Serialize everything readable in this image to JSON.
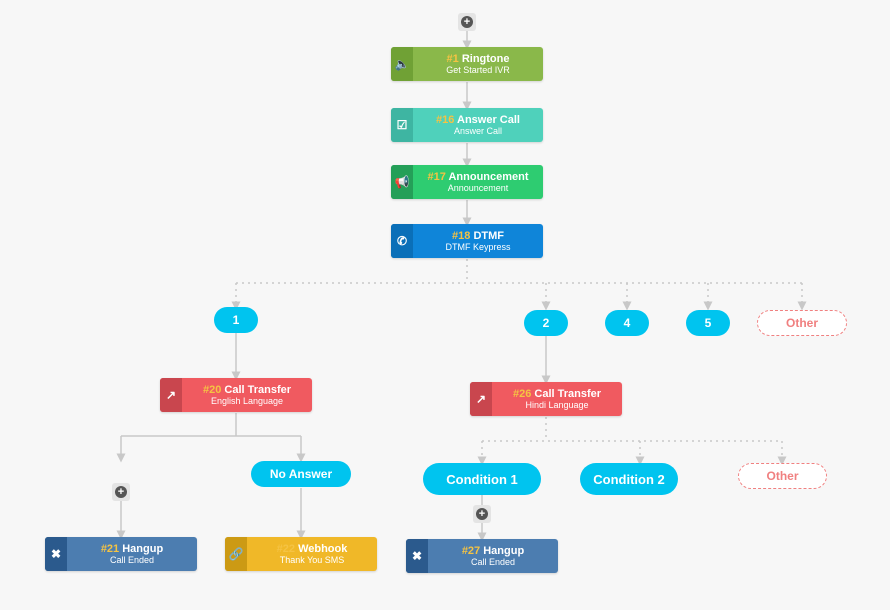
{
  "colors": {
    "green_ico": "#70a135",
    "green_body": "#8ab84a",
    "teal_ico": "#3eb5a2",
    "teal_body": "#4fd1bb",
    "green2_ico": "#249f58",
    "green2_body": "#2ecc71",
    "blue_ico": "#0a6fb8",
    "blue_body": "#0f85d9",
    "red_ico": "#c9464e",
    "red_body": "#f05a60",
    "steel_ico": "#2b5a8d",
    "steel_body": "#4c7db0",
    "gold_ico": "#cc9a14",
    "gold_body": "#f0b828",
    "number_color": "#f5c343",
    "pill": "#00c4ef",
    "other_border": "#f08080"
  },
  "add_icon": "+",
  "nodes": {
    "ringtone": {
      "num": "#1",
      "title": "Ringtone",
      "sub": "Get Started IVR",
      "icon": "volume-icon",
      "glyph": "🔈"
    },
    "answer_call": {
      "num": "#16",
      "title": "Answer Call",
      "sub": "Answer Call",
      "icon": "checkbox-icon",
      "glyph": "☑"
    },
    "announcement": {
      "num": "#17",
      "title": "Announcement",
      "sub": "Announcement",
      "icon": "megaphone-icon",
      "glyph": "📢"
    },
    "dtmf": {
      "num": "#18",
      "title": "DTMF",
      "sub": "DTMF Keypress",
      "icon": "phone-icon",
      "glyph": "✆"
    },
    "transfer20": {
      "num": "#20",
      "title": "Call Transfer",
      "sub": "English Language",
      "icon": "external-link-icon",
      "glyph": "↗"
    },
    "transfer26": {
      "num": "#26",
      "title": "Call Transfer",
      "sub": "Hindi Language",
      "icon": "external-link-icon",
      "glyph": "↗"
    },
    "hangup21": {
      "num": "#21",
      "title": "Hangup",
      "sub": "Call Ended",
      "icon": "close-icon",
      "glyph": "✖"
    },
    "webhook22": {
      "num": "#22",
      "title": "Webhook",
      "sub": "Thank You SMS",
      "icon": "link-icon",
      "glyph": "🔗"
    },
    "hangup27": {
      "num": "#27",
      "title": "Hangup",
      "sub": "Call Ended",
      "icon": "close-icon",
      "glyph": "✖"
    }
  },
  "branches": {
    "b1": "1",
    "b2": "2",
    "b4": "4",
    "b5": "5",
    "other1": "Other",
    "no_answer": "No Answer",
    "cond1": "Condition 1",
    "cond2": "Condition 2",
    "other2": "Other"
  }
}
